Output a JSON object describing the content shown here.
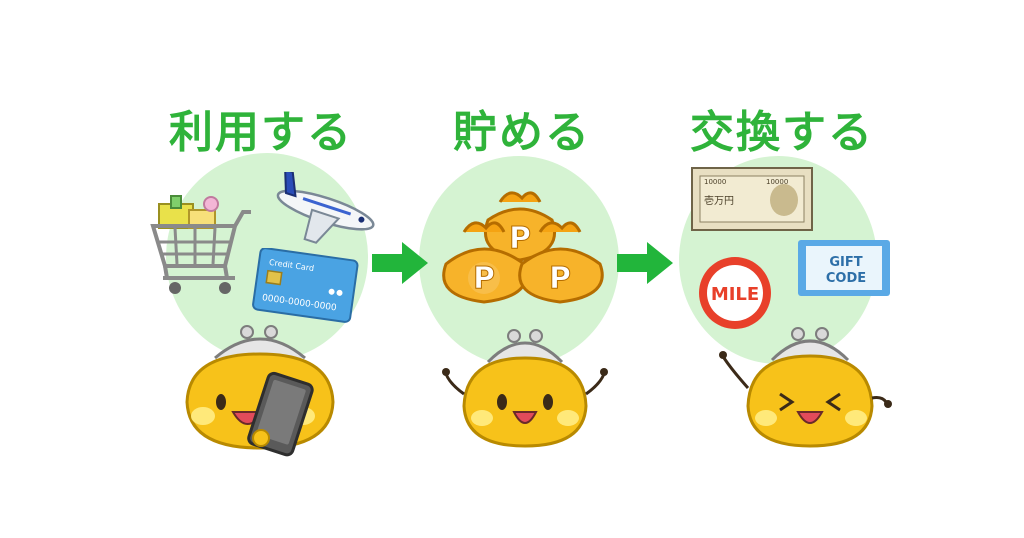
{
  "steps": [
    {
      "title": "利用する"
    },
    {
      "title": "貯める"
    },
    {
      "title": "交換する"
    }
  ],
  "credit_card": {
    "brand_text": "Credit Card",
    "number_text": "0000-0000-0000"
  },
  "point_bags": {
    "letter": "P"
  },
  "rewards": {
    "banknote_denomination": "10000",
    "banknote_label": "壱万円",
    "mile_label": "MILE",
    "gift_code_line1": "GIFT",
    "gift_code_line2": "CODE"
  },
  "icons": {
    "cart": "shopping-cart-icon",
    "airplane": "airplane-icon",
    "card": "credit-card-icon",
    "arrow": "right-arrow-icon",
    "coin_bag": "coin-bag-icon",
    "mascot": "purse-mascot-icon",
    "phone": "smartphone-icon",
    "banknote": "banknote-icon",
    "mile": "mile-badge-icon",
    "gift": "gift-code-icon"
  },
  "colors": {
    "title_green": "#2fb33a",
    "circle_green": "#d5f3d2",
    "arrow_green": "#22b53b",
    "mascot_yellow": "#f7c21a",
    "bag_orange": "#f5a312",
    "mile_red": "#e8402a",
    "card_blue": "#4aa3e3"
  }
}
